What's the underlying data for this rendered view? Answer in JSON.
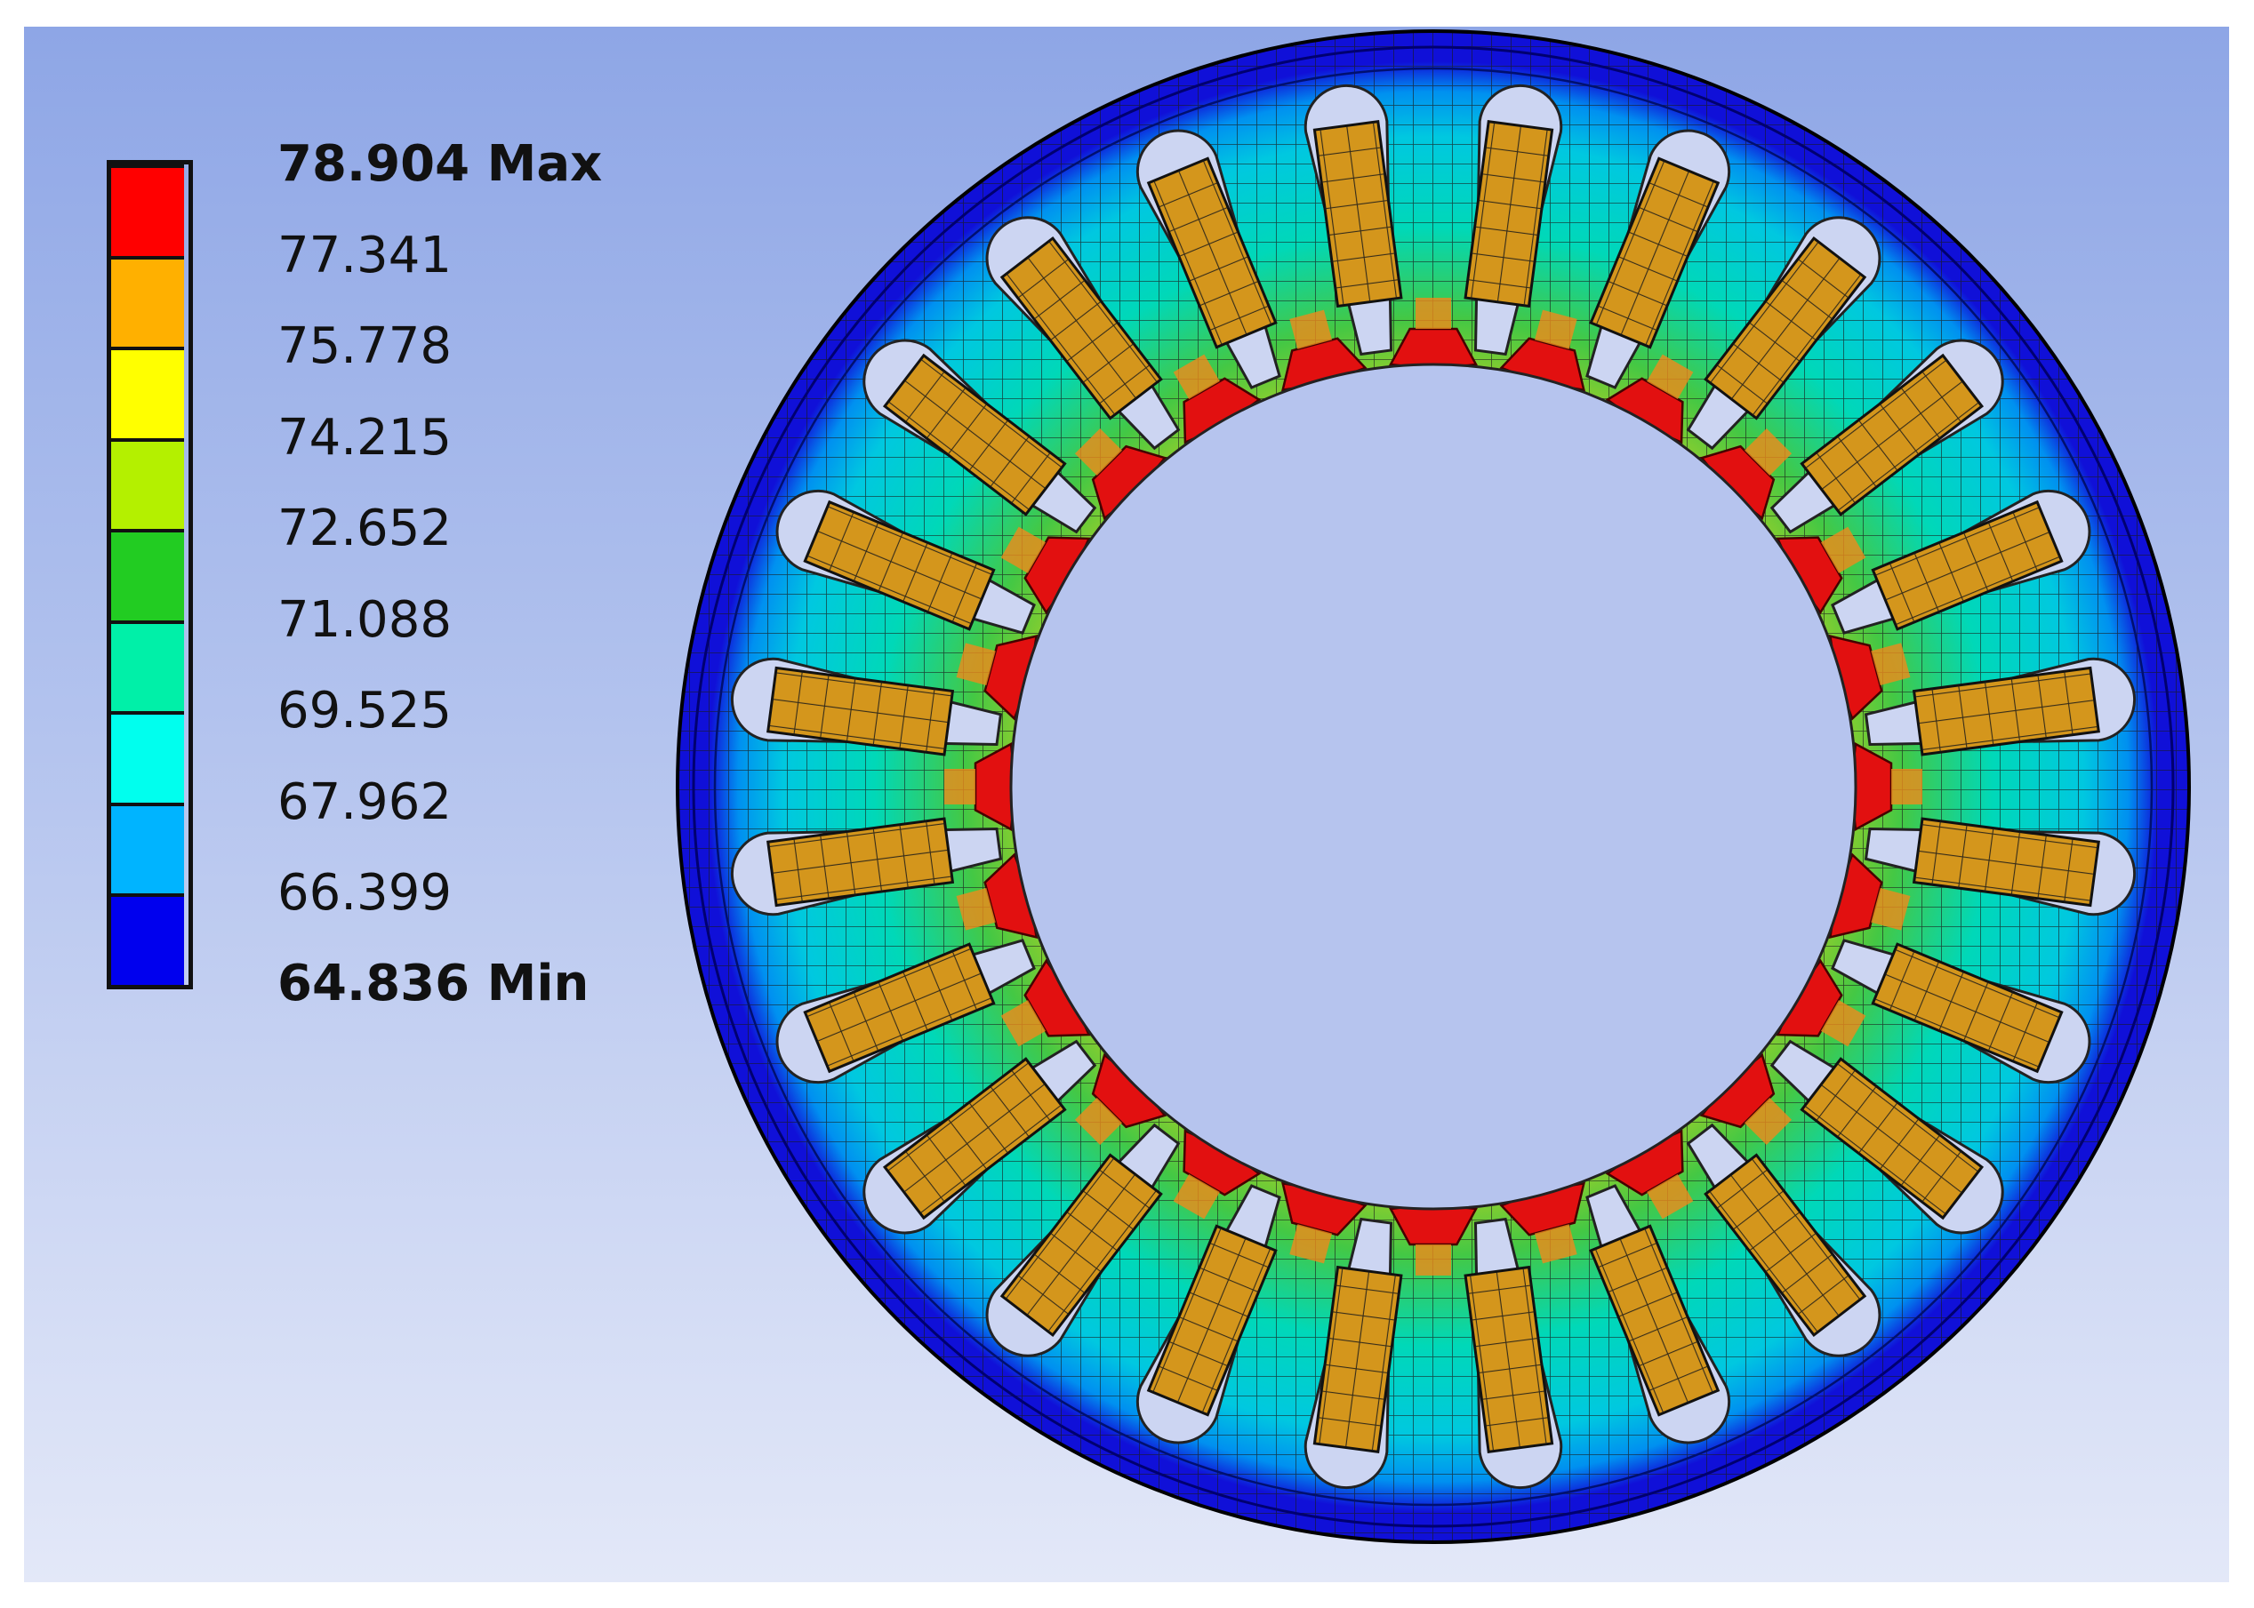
{
  "legend": {
    "max_label": "78.904 Max",
    "min_label": "64.836 Min",
    "levels": [
      {
        "value": "78.904 Max",
        "color": "#cc0000",
        "top_color": "#000000"
      },
      {
        "value": "77.341",
        "color": "#ff0000"
      },
      {
        "value": "75.778",
        "color": "#ffb000"
      },
      {
        "value": "74.215",
        "color": "#ffff00"
      },
      {
        "value": "72.652",
        "color": "#b4f000"
      },
      {
        "value": "71.088",
        "color": "#22cc22"
      },
      {
        "value": "69.525",
        "color": "#00f0a8"
      },
      {
        "value": "67.962",
        "color": "#00ffee"
      },
      {
        "value": "66.399",
        "color": "#00b4ff"
      },
      {
        "value": "64.836 Min",
        "color": "#0000ee"
      }
    ]
  },
  "model": {
    "slot_count": 24,
    "colors": {
      "outer_yoke": "#1010d8",
      "yoke_mid": "#00d8c8",
      "yoke_inner": "#44c844",
      "tooth": "#b8d020",
      "tooth_tip": "#e21010",
      "winding": "#d4961c",
      "slot_air": "#ccd5f2",
      "mesh_line": "#1a1a1a"
    }
  }
}
